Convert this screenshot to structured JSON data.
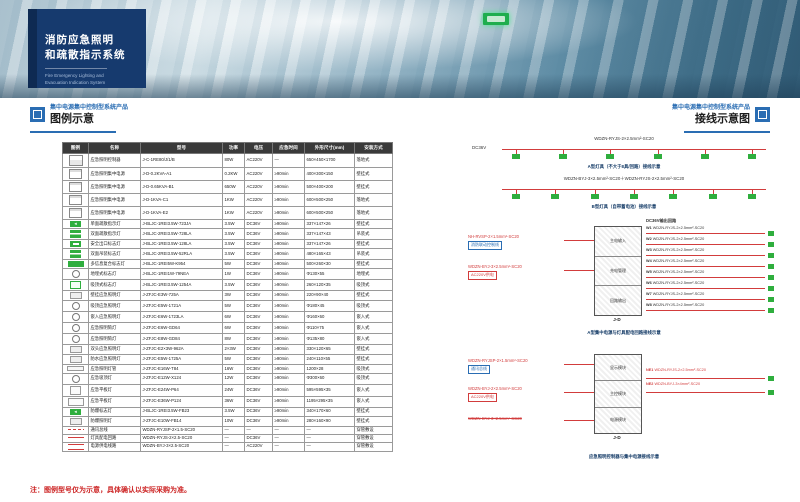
{
  "colors": {
    "accent": "#2a6db3",
    "navy": "#163a6e",
    "green": "#2fae3e",
    "red": "#d23c3c"
  },
  "banner": {
    "title1": "消防应急照明",
    "title2": "和疏散指示系统",
    "en1": "Fire Emergency Lighting and",
    "en2": "Evacuation Indication System"
  },
  "left_section": {
    "kicker": "集中电源集中控制型系统产品",
    "title": "图例示意",
    "table": {
      "headers": [
        "图例",
        "名称",
        "型号",
        "功率",
        "电压",
        "应急时间",
        "外形尺寸(mm)",
        "安装方式"
      ],
      "rows": [
        {
          "icon": "cab",
          "name": "应急照明控制器",
          "model": "J-C-1RE80/J/1/B",
          "power": "80W",
          "volt": "AC220V",
          "time": "—",
          "size": "650×450×1700",
          "note": "落地式"
        },
        {
          "icon": "box",
          "name": "应急照明集中电源",
          "model": "J-D-0.2KVA-A1",
          "power": "0.2KW",
          "volt": "AC220V",
          "time": "≥90min",
          "size": "400×300×150",
          "note": "壁挂式"
        },
        {
          "icon": "box",
          "name": "应急照明集中电源",
          "model": "J-D-0.65KVA-B1",
          "power": "650W",
          "volt": "AC220V",
          "time": "≥90min",
          "size": "500×400×200",
          "note": "壁挂式"
        },
        {
          "icon": "box",
          "name": "应急照明集中电源",
          "model": "J-D-1KVA-C1",
          "power": "1KW",
          "volt": "AC220V",
          "time": "≥90min",
          "size": "600×500×250",
          "note": "落地式"
        },
        {
          "icon": "box",
          "name": "应急照明集中电源",
          "model": "J-D-1KVA-E2",
          "power": "1KW",
          "volt": "AC220V",
          "time": "≥90min",
          "size": "600×500×250",
          "note": "落地式"
        },
        {
          "icon": "gl",
          "name": "单面疏散指示灯",
          "model": "J-BLJC-1REI3.5W-723JA",
          "power": "3.5W",
          "volt": "DC36V",
          "time": "≥90min",
          "size": "337×147×26",
          "note": "壁挂式"
        },
        {
          "icon": "g2",
          "name": "双面疏散指示灯",
          "model": "J-BLJC-2REI3.5W-728LA",
          "power": "3.5W",
          "volt": "DC36V",
          "time": "≥90min",
          "size": "337×147×43",
          "note": "吊装式"
        },
        {
          "icon": "gx",
          "name": "安全出口标志灯",
          "model": "J-BLJC-1REI3.5W-128LA",
          "power": "3.5W",
          "volt": "DC36V",
          "time": "≥90min",
          "size": "337×147×26",
          "note": "壁挂式"
        },
        {
          "icon": "g2",
          "name": "双面吊装标志灯",
          "model": "J-BLJC-2REI3.5W-52RLA",
          "power": "3.5W",
          "volt": "DC36V",
          "time": "≥90min",
          "size": "480×165×43",
          "note": "吊装式"
        },
        {
          "icon": "gw",
          "name": "多信息复合标志灯",
          "model": "J-BLJC-1REI5W-K954",
          "power": "5W",
          "volt": "DC36V",
          "time": "≥90min",
          "size": "500×260×30",
          "note": "壁挂式"
        },
        {
          "icon": "circle",
          "name": "地埋式标志灯",
          "model": "J-BLJC-1REI1W-79NEA",
          "power": "1W",
          "volt": "DC36V",
          "time": "≥90min",
          "size": "Φ130×55",
          "note": "地埋式"
        },
        {
          "icon": "gc",
          "name": "吸顶式标志灯",
          "model": "J-BLJC-1REI3.5W-1254A",
          "power": "3.5W",
          "volt": "DC36V",
          "time": "≥90min",
          "size": "260×120×35",
          "note": "吸顶式"
        },
        {
          "icon": "lamp",
          "name": "壁挂应急照明灯",
          "model": "J-ZFJC-E3W-725A",
          "power": "3W",
          "volt": "DC36V",
          "time": "≥90min",
          "size": "220×90×40",
          "note": "壁挂式"
        },
        {
          "icon": "circle",
          "name": "吸顶应急照明灯",
          "model": "J-ZFJC-E5W-1721A",
          "power": "5W",
          "volt": "DC36V",
          "time": "≥90min",
          "size": "Φ180×45",
          "note": "吸顶式"
        },
        {
          "icon": "circle",
          "name": "嵌入应急照明灯",
          "model": "J-ZFJC-E6W-1723LA",
          "power": "6W",
          "volt": "DC36V",
          "time": "≥90min",
          "size": "Φ160×60",
          "note": "嵌入式"
        },
        {
          "icon": "circle",
          "name": "应急照明筒灯",
          "model": "J-ZFJC-E6W-GD64",
          "power": "6W",
          "volt": "DC36V",
          "time": "≥90min",
          "size": "Φ110×75",
          "note": "嵌入式"
        },
        {
          "icon": "circle",
          "name": "应急照明筒灯",
          "model": "J-ZFJC-E8W-GD84",
          "power": "8W",
          "volt": "DC36V",
          "time": "≥90min",
          "size": "Φ135×80",
          "note": "嵌入式"
        },
        {
          "icon": "lamp",
          "name": "双头应急照明灯",
          "model": "J-ZFJC-E2×3W-962A",
          "power": "2×3W",
          "volt": "DC36V",
          "time": "≥90min",
          "size": "330×120×65",
          "note": "壁挂式"
        },
        {
          "icon": "lamp",
          "name": "防水应急照明灯",
          "model": "J-ZFJC-E5W-1725A",
          "power": "5W",
          "volt": "DC36V",
          "time": "≥90min",
          "size": "240×110×55",
          "note": "壁挂式"
        },
        {
          "icon": "tube",
          "name": "应急照明灯管",
          "model": "J-ZFJC-E16W-T84",
          "power": "16W",
          "volt": "DC36V",
          "time": "≥90min",
          "size": "1200×28",
          "note": "吸顶式"
        },
        {
          "icon": "circle",
          "name": "应急吸顶灯",
          "model": "J-ZFJC-E12W-X124",
          "power": "12W",
          "volt": "DC36V",
          "time": "≥90min",
          "size": "Φ300×60",
          "note": "吸顶式"
        },
        {
          "icon": "panel",
          "name": "应急平板灯",
          "model": "J-ZFJC-E24W-P64",
          "power": "24W",
          "volt": "DC36V",
          "time": "≥90min",
          "size": "595×595×35",
          "note": "嵌入式"
        },
        {
          "icon": "panelw",
          "name": "应急平板灯",
          "model": "J-ZFJC-E36W-P124",
          "power": "36W",
          "volt": "DC36V",
          "time": "≥90min",
          "size": "1195×295×35",
          "note": "嵌入式"
        },
        {
          "icon": "gl",
          "name": "防爆标志灯",
          "model": "J-BLJC-1REI3.5W-FB23",
          "power": "3.5W",
          "volt": "DC36V",
          "time": "≥90min",
          "size": "340×170×60",
          "note": "壁挂式"
        },
        {
          "icon": "lamp",
          "name": "防爆照明灯",
          "model": "J-ZFJC-E10W-FB14",
          "power": "10W",
          "volt": "DC36V",
          "time": "≥90min",
          "size": "280×160×90",
          "note": "壁挂式"
        },
        {
          "icon": "wire3",
          "name": "通讯总线",
          "model": "WDZN-RYJSP-2×1.5-SC20",
          "power": "—",
          "volt": "—",
          "time": "—",
          "size": "—",
          "note": "穿管敷设"
        },
        {
          "icon": "wire1",
          "name": "灯具配电回路",
          "model": "WDZN-RYJS-2×2.5-SC20",
          "power": "—",
          "volt": "DC36V",
          "time": "—",
          "size": "—",
          "note": "穿管敷设"
        },
        {
          "icon": "wire2",
          "name": "电源供电线路",
          "model": "WDZN-BYJ-3×2.5-SC20",
          "power": "—",
          "volt": "AC220V",
          "time": "—",
          "size": "—",
          "note": "穿管敷设"
        }
      ]
    }
  },
  "right_section": {
    "kicker": "集中电源集中控制型系统产品",
    "title": "接线示意图",
    "diagram": {
      "circuit_a": {
        "wire": "WDZN-RYJS-2×2.5mm²-SC20",
        "feed": "DC36V",
        "caption": "A型灯具（不大于8具/回路）接线示意",
        "lamps": [
          0,
          0,
          0,
          0,
          0,
          0
        ]
      },
      "circuit_b": {
        "wire": "WDZN-BYJ-3×2.5mm²-SC20＋WDZN-RYJS-2×2.5mm²-SC20",
        "caption": "B型灯具（自带蓄电池）接线示意",
        "lamps": [
          0,
          0,
          0,
          0,
          0,
          0,
          0
        ]
      },
      "ps": {
        "in1": "NH-RVSP-2×1.5mm²-SC20",
        "in1_note": "消防联动控制线",
        "in2": "WDZN-BYJ-3×2.5mm²-SC20",
        "in2_note": "AC220V供电",
        "box_rows": [
          "主电输入",
          "充电管理",
          "回路输出"
        ],
        "box_tag": "J-D",
        "out_header": "DC36V输出回路",
        "outputs": [
          {
            "tag": "W1",
            "label": "WDZN-RYJS-2×2.5mm²-SC20"
          },
          {
            "tag": "W2",
            "label": "WDZN-RYJS-2×2.5mm²-SC20"
          },
          {
            "tag": "W3",
            "label": "WDZN-RYJS-2×2.5mm²-SC20"
          },
          {
            "tag": "W4",
            "label": "WDZN-RYJS-2×2.5mm²-SC20"
          },
          {
            "tag": "W5",
            "label": "WDZN-RYJS-2×2.5mm²-SC20"
          },
          {
            "tag": "W6",
            "label": "WDZN-RYJS-2×2.5mm²-SC20"
          },
          {
            "tag": "W7",
            "label": "WDZN-RYJS-2×2.5mm²-SC20"
          },
          {
            "tag": "W8",
            "label": "WDZN-RYJS-2×2.5mm²-SC20"
          }
        ],
        "caption": "A型集中电源与灯具配电回路接线示意"
      },
      "ctrl": {
        "in1": "WDZN-RYJSP-2×1.5mm²-SC20",
        "in1_note": "通讯总线",
        "in2": "WDZN-BYJ-2×2.5mm²-SC20",
        "in2_note": "AC220V供电",
        "in3": "WDZN-BYJ-3×2.5mm²-SC20",
        "box_rows": [
          "显示模块",
          "主控模块",
          "电源模块"
        ],
        "box_tag": "J-D",
        "outputs": [
          {
            "tag": "NE1",
            "label": "WDZN-RYJS-2×2.5mm²-SC20"
          },
          {
            "tag": "NE2",
            "label": "WDZN-BYJ-3×4mm²-SC20"
          }
        ],
        "caption": "应急照明控制器与集中电源接线示意"
      }
    }
  },
  "footnote": "注：图例型号仅为示意，具体确认以实际采购为准。"
}
